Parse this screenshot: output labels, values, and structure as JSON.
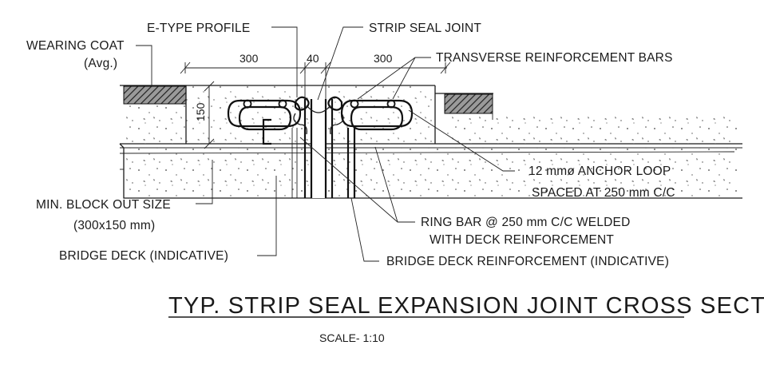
{
  "labels": {
    "e_type_profile": "E-TYPE PROFILE",
    "strip_seal_joint": "STRIP SEAL JOINT",
    "wearing_coat": "WEARING COAT",
    "wearing_coat_avg": "(Avg.)",
    "transverse_bars": "TRANSVERSE REINFORCEMENT BARS",
    "anchor_loop_1": "12 mmø ANCHOR LOOP",
    "anchor_loop_2": "SPACED AT 250 mm C/C",
    "block_out_1": "MIN. BLOCK OUT SIZE",
    "block_out_2": "(300x150 mm)",
    "bridge_deck": "BRIDGE DECK (INDICATIVE)",
    "ring_bar_1": "RING BAR @ 250 mm C/C WELDED",
    "ring_bar_2": "WITH DECK REINFORCEMENT",
    "deck_reinforcement": "BRIDGE DECK REINFORCEMENT (INDICATIVE)"
  },
  "dimensions": {
    "left_width": "300",
    "gap": "40",
    "right_width": "300",
    "depth": "150"
  },
  "title": "TYP. STRIP SEAL EXPANSION JOINT CROSS SECTION",
  "scale": "SCALE- 1:10"
}
